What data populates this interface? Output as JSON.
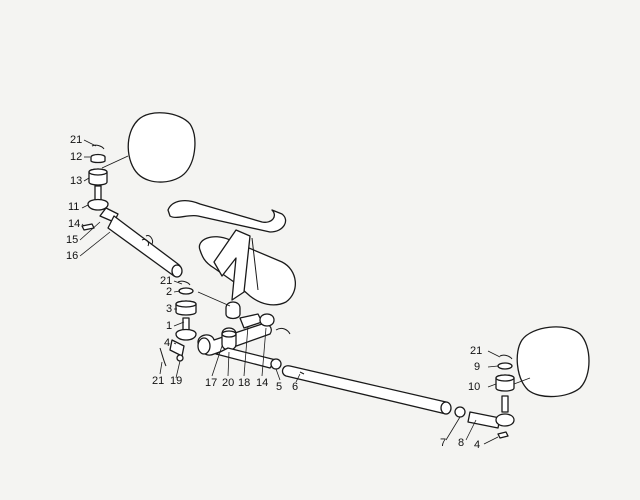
{
  "callouts": [
    {
      "id": "c21a",
      "text": "21"
    },
    {
      "id": "c12",
      "text": "12"
    },
    {
      "id": "c13",
      "text": "13"
    },
    {
      "id": "c11",
      "text": "11"
    },
    {
      "id": "c14a",
      "text": "14"
    },
    {
      "id": "c15",
      "text": "15"
    },
    {
      "id": "c16",
      "text": "16"
    },
    {
      "id": "c21b",
      "text": "21"
    },
    {
      "id": "c2",
      "text": "2"
    },
    {
      "id": "c3",
      "text": "3"
    },
    {
      "id": "c1",
      "text": "1"
    },
    {
      "id": "c4a",
      "text": "4"
    },
    {
      "id": "c21c",
      "text": "21"
    },
    {
      "id": "c19",
      "text": "19"
    },
    {
      "id": "c17",
      "text": "17"
    },
    {
      "id": "c20",
      "text": "20"
    },
    {
      "id": "c18",
      "text": "18"
    },
    {
      "id": "c14b",
      "text": "14"
    },
    {
      "id": "c5",
      "text": "5"
    },
    {
      "id": "c6",
      "text": "6"
    },
    {
      "id": "c21d",
      "text": "21"
    },
    {
      "id": "c9",
      "text": "9"
    },
    {
      "id": "c10",
      "text": "10"
    },
    {
      "id": "c7",
      "text": "7"
    },
    {
      "id": "c8",
      "text": "8"
    },
    {
      "id": "c4b",
      "text": "4"
    }
  ]
}
